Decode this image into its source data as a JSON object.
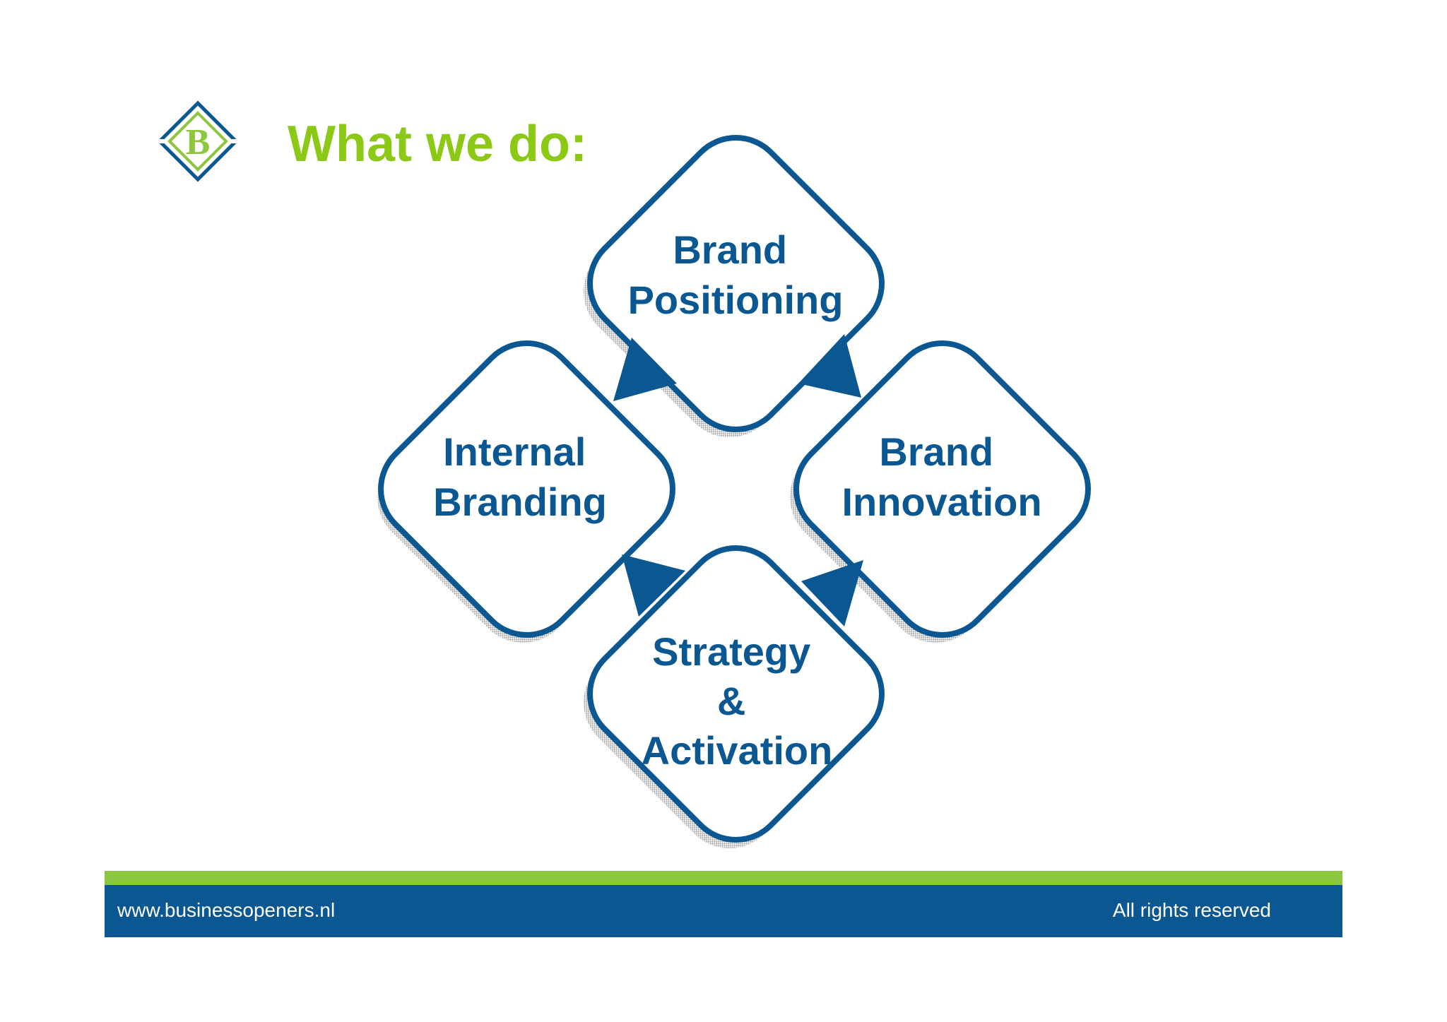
{
  "title": "What we do:",
  "colors": {
    "brand_blue": "#0B5791",
    "brand_green": "#8DC63F",
    "title_green": "#8CC916",
    "shadow_gray": "#A6A6A6",
    "footer_text": "#FFFFFF"
  },
  "logo": {
    "icon": "business-openers-b-logo"
  },
  "diagram": {
    "nodes": [
      {
        "id": "brand-positioning",
        "lines": [
          "Brand",
          "Positioning"
        ]
      },
      {
        "id": "internal-branding",
        "lines": [
          "Internal",
          "Branding"
        ]
      },
      {
        "id": "brand-innovation",
        "lines": [
          "Brand",
          "Innovation"
        ]
      },
      {
        "id": "strategy-activation",
        "lines": [
          "Strategy",
          "&",
          "Activation"
        ]
      }
    ],
    "arrows": [
      {
        "from": "internal-branding",
        "to": "brand-positioning"
      },
      {
        "from": "brand-innovation",
        "to": "brand-positioning"
      },
      {
        "from": "strategy-activation",
        "to": "internal-branding"
      },
      {
        "from": "strategy-activation",
        "to": "brand-innovation"
      }
    ]
  },
  "footer": {
    "website": "www.businessopeners.nl",
    "rights": "All rights reserved"
  }
}
